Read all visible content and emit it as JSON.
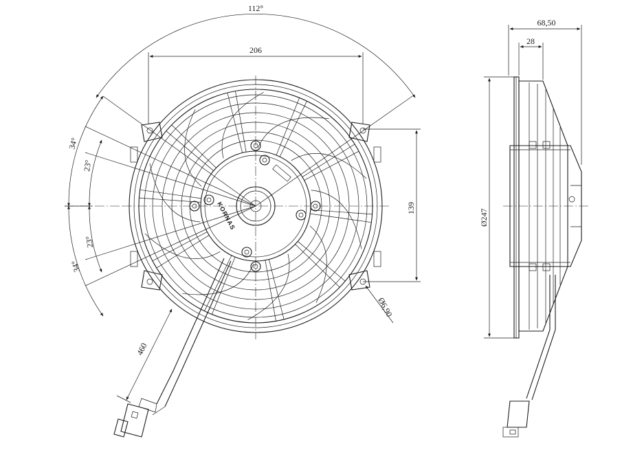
{
  "drawing": {
    "dimensions": {
      "angle_total": "112°",
      "width_206": "206",
      "angle_34_top": "34°",
      "angle_23_top": "23°",
      "angle_23_bottom": "23°",
      "angle_34_bottom": "34°",
      "height_139": "139",
      "hole_dia": "Ø6,90",
      "cable_length": "460",
      "depth_total": "68,50",
      "depth_28": "28",
      "diameter": "Ø247"
    },
    "brand_text": "KORNAS"
  }
}
